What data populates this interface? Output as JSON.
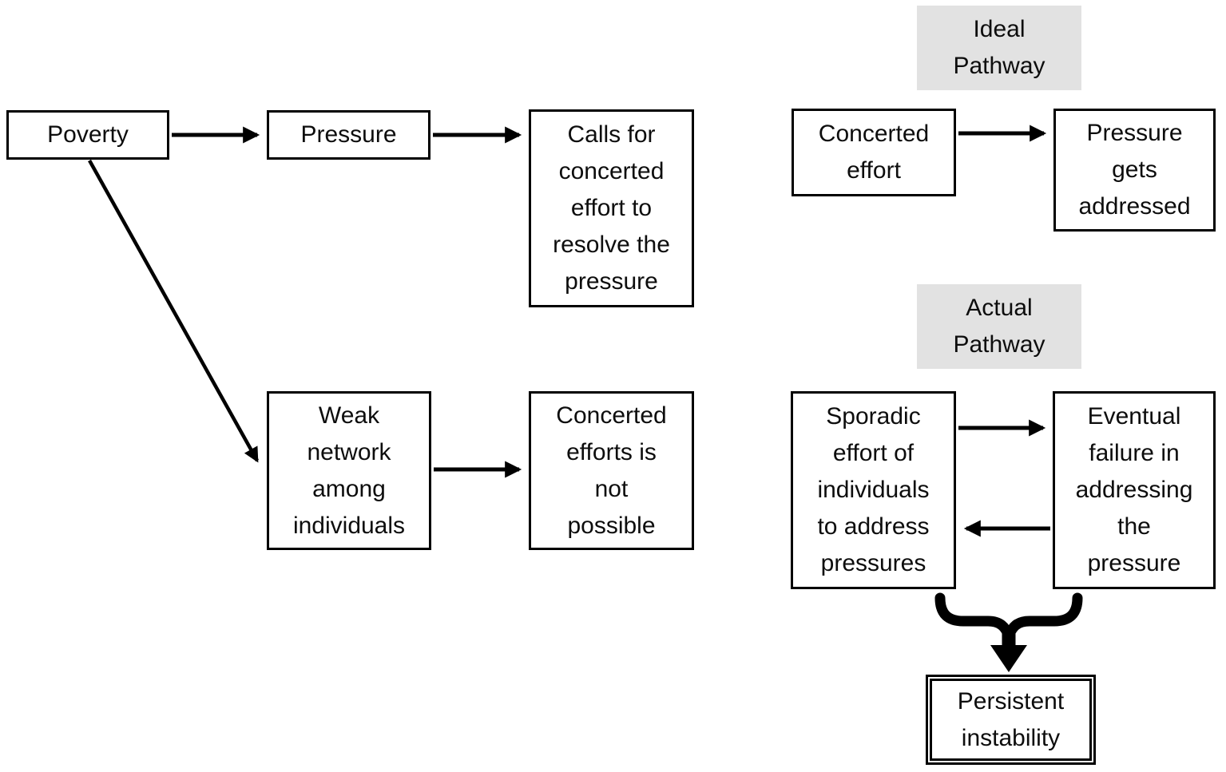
{
  "diagram": {
    "title_semantic": "Poverty pressure pathways flowchart",
    "colors": {
      "node_border": "#000000",
      "node_background": "#ffffff",
      "pathway_label_background": "#e2e2e2",
      "arrow": "#000000",
      "text": "#0d0d0d"
    },
    "nodes": {
      "poverty": {
        "label": "Poverty"
      },
      "pressure": {
        "label": "Pressure"
      },
      "calls_for_effort": {
        "label": "Calls for\nconcerted\neffort to\nresolve the\npressure"
      },
      "weak_network": {
        "label": "Weak\nnetwork\namong\nindividuals"
      },
      "efforts_not_possible": {
        "label": "Concerted\nefforts is\nnot\npossible"
      },
      "ideal_pathway_label": {
        "label": "Ideal\nPathway"
      },
      "concerted_effort": {
        "label": "Concerted\neffort"
      },
      "pressure_addressed": {
        "label": "Pressure\ngets\naddressed"
      },
      "actual_pathway_label": {
        "label": "Actual\nPathway"
      },
      "sporadic_effort": {
        "label": "Sporadic\neffort of\nindividuals\nto address\npressures"
      },
      "eventual_failure": {
        "label": "Eventual\nfailure in\naddressing\nthe\npressure"
      },
      "persistent_instability": {
        "label": "Persistent\ninstability"
      }
    },
    "edges": [
      {
        "from": "poverty",
        "to": "pressure",
        "style": "arrow"
      },
      {
        "from": "pressure",
        "to": "calls_for_effort",
        "style": "arrow"
      },
      {
        "from": "poverty",
        "to": "weak_network",
        "style": "arrow-diagonal"
      },
      {
        "from": "weak_network",
        "to": "efforts_not_possible",
        "style": "arrow"
      },
      {
        "from": "concerted_effort",
        "to": "pressure_addressed",
        "style": "arrow"
      },
      {
        "from": "sporadic_effort",
        "to": "eventual_failure",
        "style": "arrow"
      },
      {
        "from": "eventual_failure",
        "to": "sporadic_effort",
        "style": "arrow"
      },
      {
        "from": "sporadic_effort,eventual_failure",
        "to": "persistent_instability",
        "style": "curly-brace-arrow"
      }
    ]
  }
}
